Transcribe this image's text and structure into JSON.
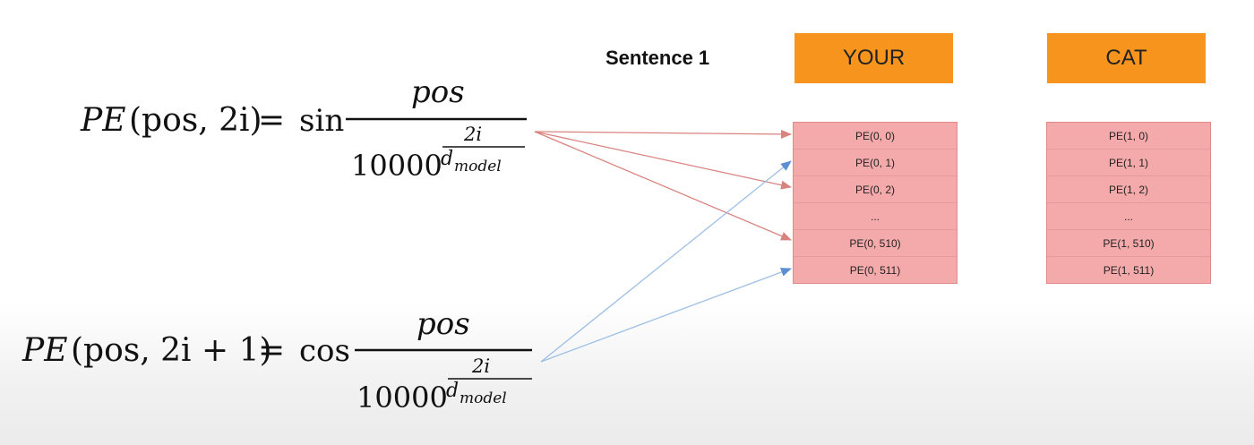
{
  "sentence_label": "Sentence 1",
  "formulas": {
    "sin": {
      "lhs_pe": "PE",
      "lhs_args": "(pos, 2i)",
      "equals": "=",
      "func": "sin",
      "numerator": "pos",
      "denominator_base": "10000",
      "exponent_top": "2i",
      "exponent_bottom_d": "d",
      "exponent_bottom_sub": "model"
    },
    "cos": {
      "lhs_pe": "PE",
      "lhs_args": "(pos, 2i + 1)",
      "equals": "=",
      "func": "cos",
      "numerator": "pos",
      "denominator_base": "10000",
      "exponent_top": "2i",
      "exponent_bottom_d": "d",
      "exponent_bottom_sub": "model"
    }
  },
  "tokens": [
    {
      "word": "YOUR",
      "pe_cells": [
        "PE(0, 0)",
        "PE(0, 1)",
        "PE(0, 2)",
        "...",
        "PE(0, 510)",
        "PE(0, 511)"
      ]
    },
    {
      "word": "CAT",
      "pe_cells": [
        "PE(1, 0)",
        "PE(1, 1)",
        "PE(1, 2)",
        "...",
        "PE(1, 510)",
        "PE(1, 511)"
      ]
    }
  ],
  "colors": {
    "token_bg": "#f7941e",
    "pe_cell_bg": "#f4aaaa",
    "sin_arrow": "#d9837f",
    "cos_arrow": "#7ea6d8"
  }
}
